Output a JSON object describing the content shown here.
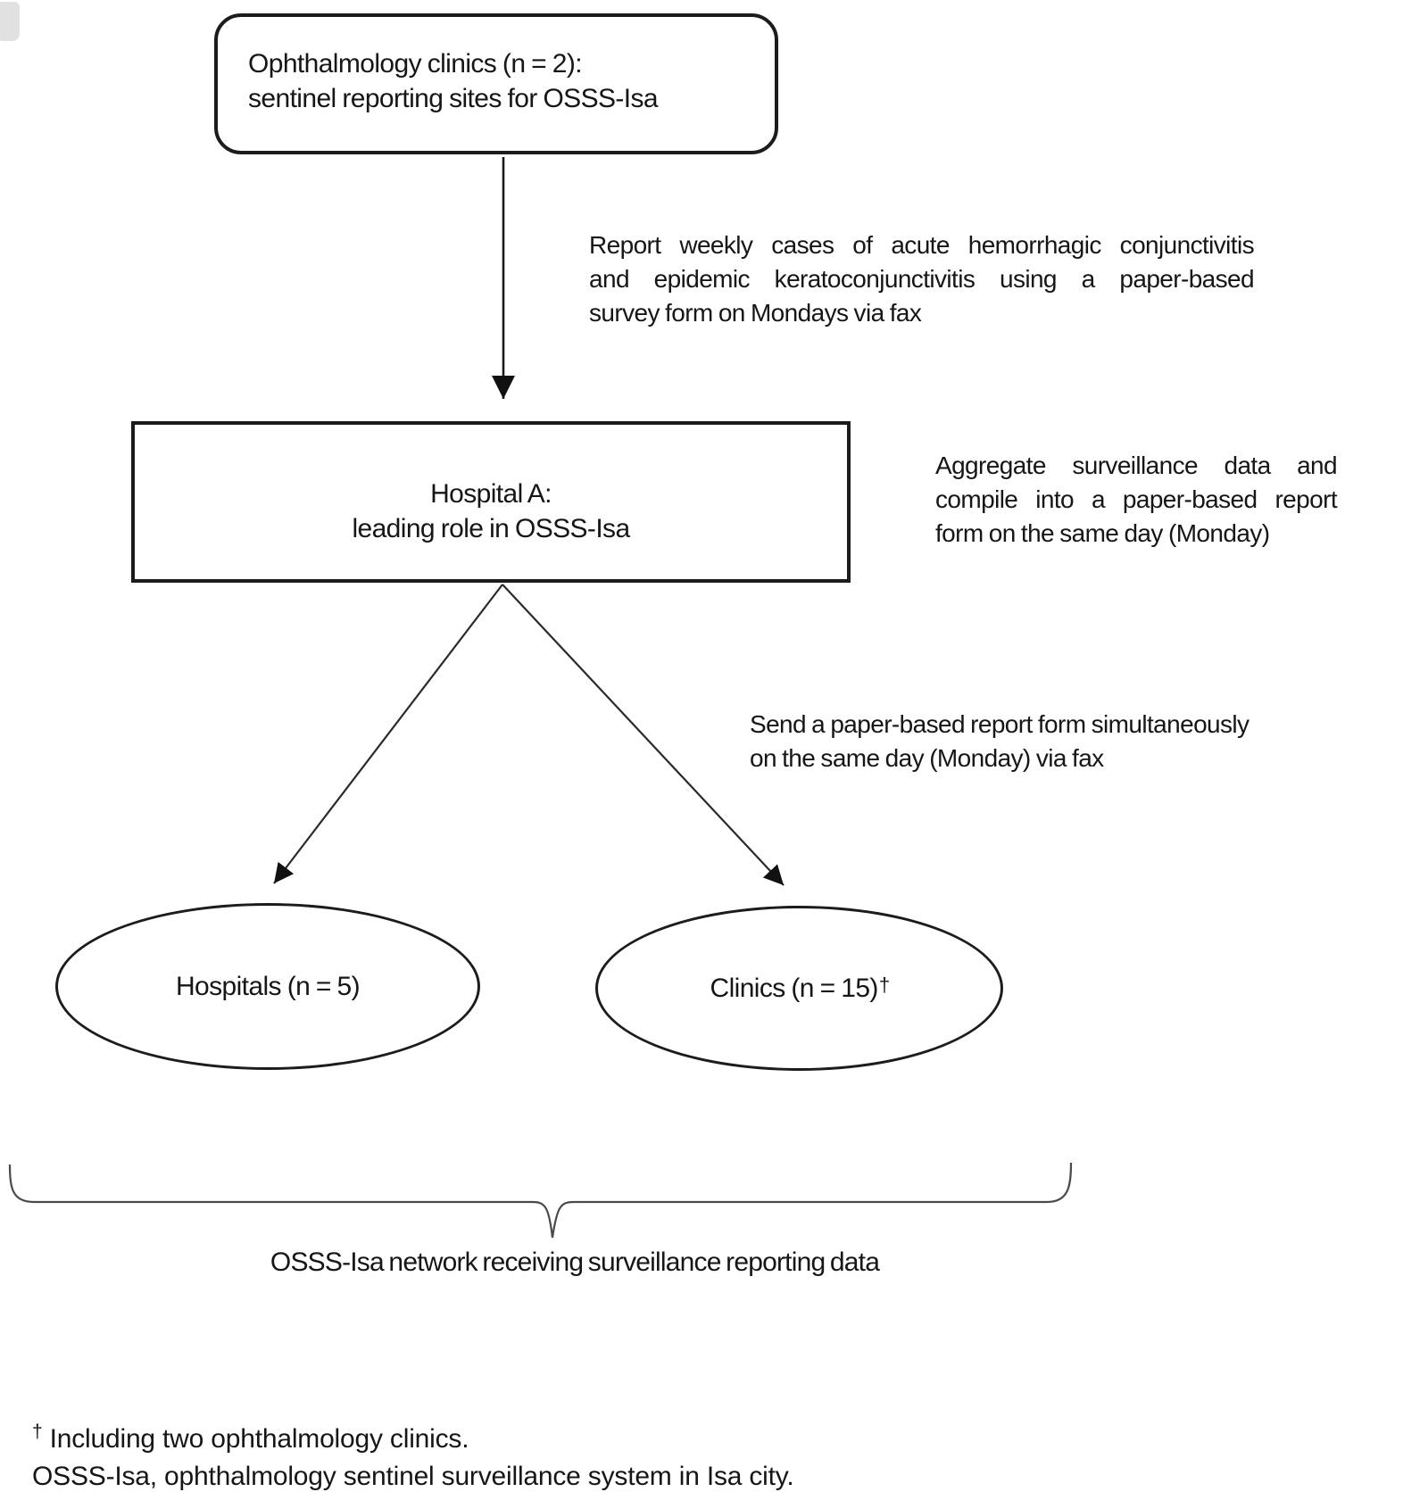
{
  "diagram": {
    "top_box": {
      "line1": "Ophthalmology clinics (n = 2):",
      "line2": "sentinel reporting sites for OSSS-Isa"
    },
    "report_note": {
      "line1": "Report weekly cases of acute hemorrhagic conjunctivitis",
      "line2": "and epidemic keratoconjunctivitis using a paper-based",
      "line3": "survey form on Mondays via fax"
    },
    "hospital_box": {
      "line1": "Hospital A:",
      "line2": "leading role in OSSS-Isa"
    },
    "aggregate_note": {
      "line1": "Aggregate surveillance data and",
      "line2": "compile into a paper-based report",
      "line3": "form on the same day (Monday)"
    },
    "send_note": {
      "line1": "Send a paper-based report form simultaneously",
      "line2": "on the same day (Monday) via fax"
    },
    "left_ellipse": {
      "label": "Hospitals (n = 5)"
    },
    "right_ellipse": {
      "label": "Clinics (n = 15)",
      "sup": "†"
    },
    "brace_label": "OSSS-Isa network receiving surveillance reporting data",
    "footnotes": {
      "dagger": "†",
      "line1": " Including two ophthalmology clinics.",
      "line2": "OSSS-Isa, ophthalmology sentinel surveillance system in Isa city."
    }
  },
  "colors": {
    "ink": "#161616",
    "node_border": "#1c1c1c",
    "arrow": "#1a1a1a",
    "brace": "#4a4a4a",
    "background": "#ffffff"
  }
}
